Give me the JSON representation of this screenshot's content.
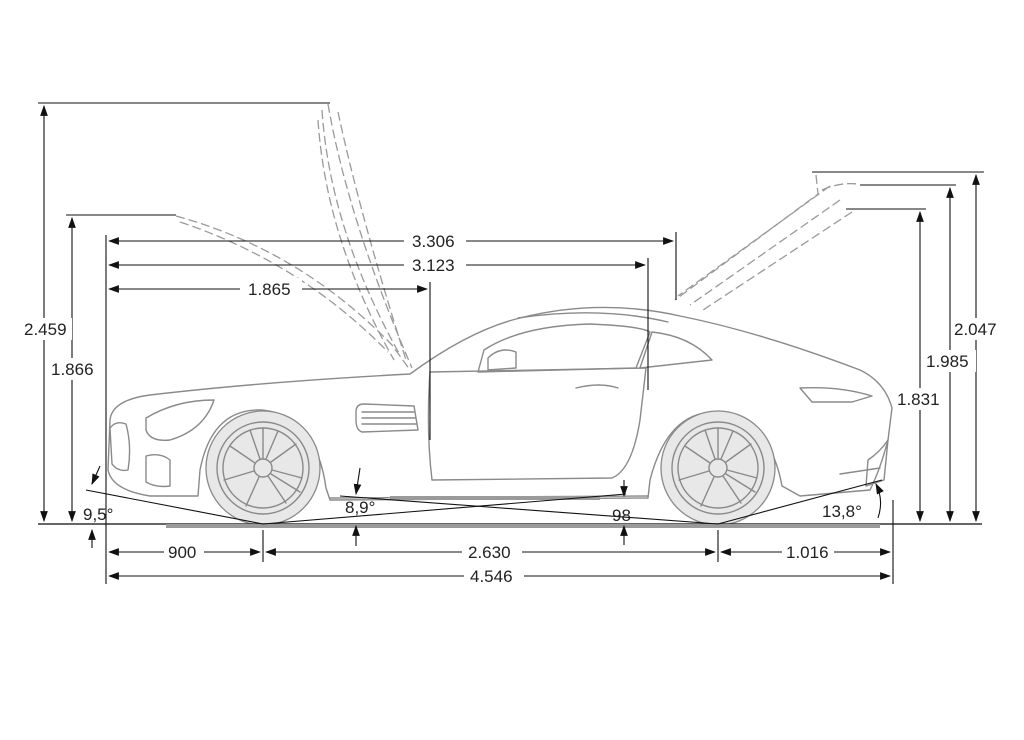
{
  "diagram": {
    "dimensions": {
      "open_hood_height": "2.459",
      "hood_rear_height": "1.866",
      "length_3306": "3.306",
      "length_3123": "3.123",
      "length_1865": "1.865",
      "trunk_open_outer": "2.047",
      "trunk_open_inner": "1.985",
      "roof_height": "1.831",
      "front_overhang": "900",
      "wheelbase": "2.630",
      "rear_overhang": "1.016",
      "overall_length": "4.546",
      "approach_angle": "9,5°",
      "breakover_angle": "8,9°",
      "departure_angle": "13,8°",
      "ground_clearance": "98"
    },
    "colors": {
      "dimension_line": "#111111",
      "car_outline": "#8a8a8a",
      "background": "#ffffff"
    }
  }
}
